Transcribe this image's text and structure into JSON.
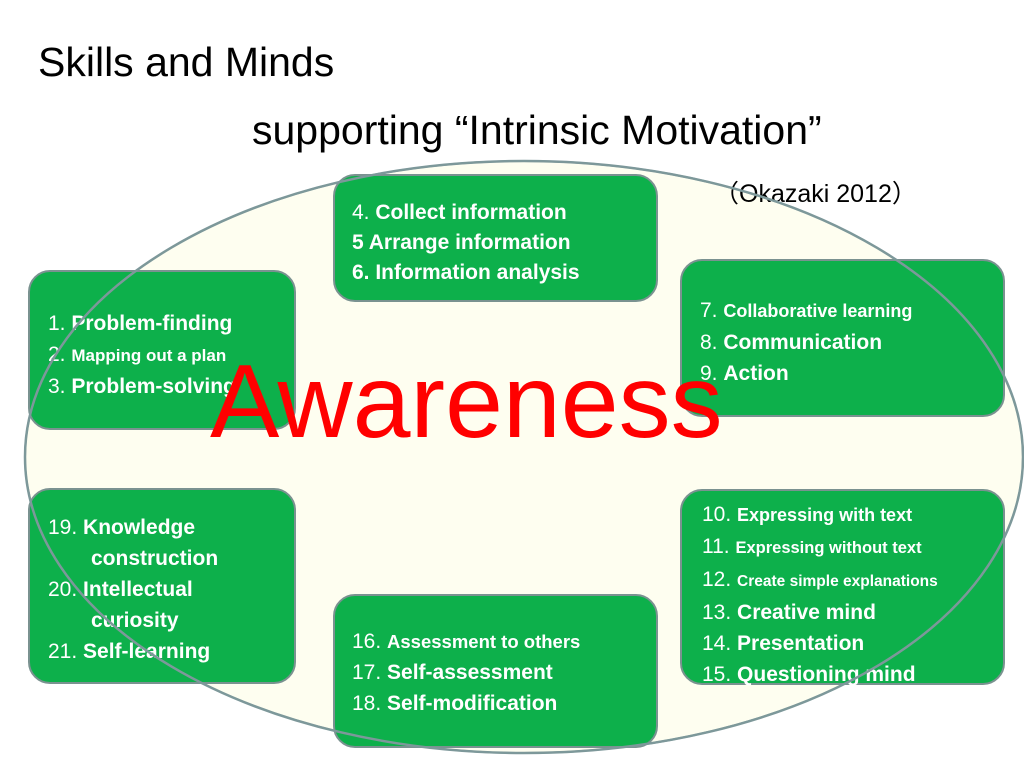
{
  "title": {
    "line1": "Skills and Minds",
    "line2": "supporting “Intrinsic Motivation”",
    "citation": "（Okazaki 2012）"
  },
  "center_label": "Awareness",
  "boxes": {
    "top": [
      {
        "num": "4. ",
        "text": "Collect information"
      },
      {
        "num": "",
        "text": "5 Arrange information"
      },
      {
        "num": "",
        "text": "6. Information analysis"
      }
    ],
    "left_upper": [
      {
        "num": "1. ",
        "text": "Problem-finding"
      },
      {
        "num": "2. ",
        "text": "Mapping out a plan"
      },
      {
        "num": "3. ",
        "text": "Problem-solving"
      }
    ],
    "right_upper": [
      {
        "num": "7. ",
        "text": "Collaborative learning"
      },
      {
        "num": "8. ",
        "text": "Communication"
      },
      {
        "num": "9. ",
        "text": "Action"
      }
    ],
    "left_lower": [
      {
        "num": "19. ",
        "text": "Knowledge"
      },
      {
        "num": "",
        "text": "construction"
      },
      {
        "num": "20. ",
        "text": "Intellectual"
      },
      {
        "num": "",
        "text": "curiosity"
      },
      {
        "num": "21. ",
        "text": "Self-learning"
      }
    ],
    "right_lower": [
      {
        "num": "10. ",
        "text": "Expressing with text"
      },
      {
        "num": "11. ",
        "text": "Expressing without text"
      },
      {
        "num": "12. ",
        "text": "Create simple explanations"
      },
      {
        "num": "13. ",
        "text": "Creative mind"
      },
      {
        "num": "14. ",
        "text": "Presentation"
      },
      {
        "num": "15. ",
        "text": "Questioning mind"
      }
    ],
    "bottom": [
      {
        "num": "16. ",
        "text": "Assessment to others"
      },
      {
        "num": "17. ",
        "text": "Self-assessment"
      },
      {
        "num": "18. ",
        "text": "Self-modification"
      }
    ]
  },
  "colors": {
    "box_fill": "#0db04b",
    "box_border": "#7a9290",
    "ellipse_fill": "#fefef0",
    "ellipse_stroke": "#7d989a",
    "center_label": "#ff0000"
  }
}
